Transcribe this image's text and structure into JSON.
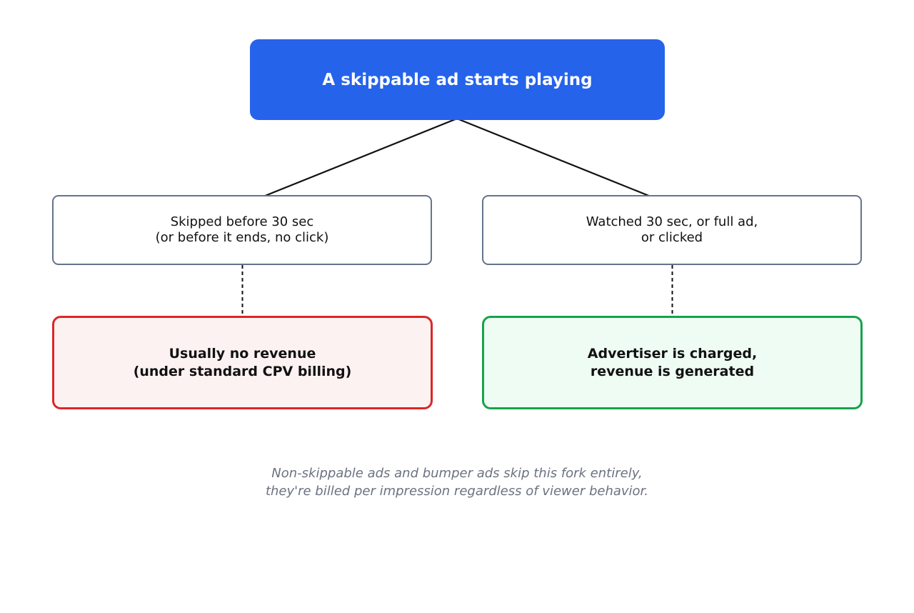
{
  "diagram": {
    "root": {
      "label": "A skippable ad starts playing",
      "color": "#2563eb"
    },
    "branches": [
      {
        "label": "Skipped before 30 sec\n(or before it ends, no click)",
        "outcome": {
          "label": "Usually no revenue\n(under standard CPV billing)",
          "border_color": "#dc2626",
          "fill_color": "#fdf2f2"
        }
      },
      {
        "label": "Watched 30 sec, or full ad,\nor clicked",
        "outcome": {
          "label": "Advertiser is charged,\nrevenue is generated",
          "border_color": "#16a34a",
          "fill_color": "#eefcf3"
        }
      }
    ],
    "footnote": "Non-skippable ads and bumper ads skip this fork entirely,\nthey're billed per impression regardless of viewer behavior."
  }
}
